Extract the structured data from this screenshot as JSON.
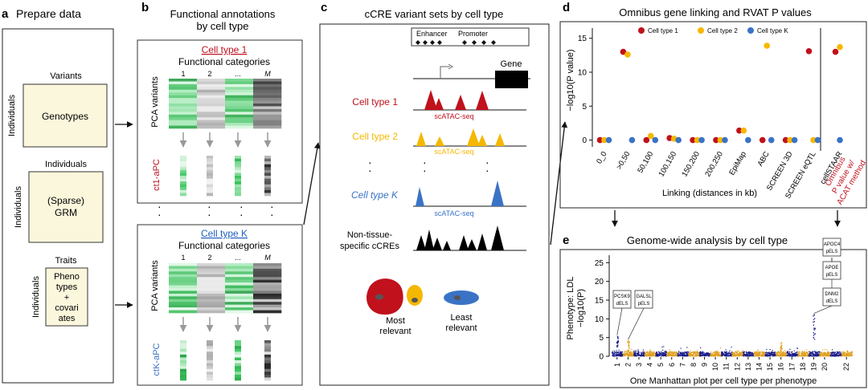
{
  "colors": {
    "red": "#c0111c",
    "yellow": "#f5b800",
    "blue": "#3a73c6",
    "navy": "#1c1f8a",
    "orange": "#e0a01e",
    "cream": "#fbf7dc",
    "green": "#2aa84a",
    "link": "#1f5fbf"
  },
  "panel_a": {
    "letter": "a",
    "title": "Prepare data",
    "variants_label": "Variants",
    "individuals_label": "Individuals",
    "genotypes": "Genotypes",
    "grm_individuals": "Individuals",
    "grm_side": "Individuals",
    "grm_line1": "(Sparse)",
    "grm_line2": "GRM",
    "traits_label": "Traits",
    "traits_side": "Individuals",
    "traits_lines": [
      "Pheno",
      "types",
      "+",
      "covari",
      "ates"
    ]
  },
  "panel_b": {
    "letter": "b",
    "title_line1": "Functional annotations",
    "title_line2": "by cell type",
    "ct1_link": "Cell type 1",
    "ctk_link": "Cell type K",
    "func_cats": "Functional categories",
    "cols": [
      "1",
      "2",
      "...",
      "M"
    ],
    "pca_label": "PCA variants",
    "ct1_apc": "ct1-aPC",
    "ctk_apc": "ctK-aPC",
    "dots": "·"
  },
  "panel_c": {
    "letter": "c",
    "title": "cCRE variant sets by cell type",
    "enhancer": "Enhancer",
    "promoter": "Promoter",
    "gene": "Gene",
    "ct1": "Cell type 1",
    "ct2": "Cell type 2",
    "ctk": "Cell type K",
    "scatac": "scATAC-seq",
    "nontissue_line1": "Non-tissue-",
    "nontissue_line2": "specific cCREs",
    "most_line1": "Most",
    "most_line2": "relevant",
    "least_line1": "Least",
    "least_line2": "relevant"
  },
  "panel_d": {
    "letter": "d",
    "title": "Omnibus gene linking and RVAT P values",
    "ylabel": "−log10(P value)",
    "xlabel": "Linking (distances in kb)",
    "omnibus_lines": [
      "Omnibus",
      "P value w/",
      "ACAT method"
    ]
  },
  "panel_e": {
    "letter": "e",
    "title": "Genome-wide analysis by cell type",
    "ylabel_line1": "Phenotype: LDL",
    "ylabel_line2": "−log10(P)",
    "xlabel": "One Manhattan plot per cell type per phenotype",
    "annotations": [
      {
        "gene": "PCSK9",
        "type": "dELS"
      },
      {
        "gene": "GALSL",
        "type": "pELS"
      },
      {
        "gene": "APOC4",
        "type": "pELS"
      },
      {
        "gene": "APOE",
        "type": "pELS"
      },
      {
        "gene": "DNM2",
        "type": "dELS"
      }
    ]
  },
  "chart_data": [
    {
      "type": "scatter",
      "title": "Omnibus gene linking and RVAT P values",
      "xlabel": "Linking (distances in kb)",
      "ylabel": "−log10(P value)",
      "categories": [
        "0_0",
        ">0,50",
        "50,100",
        "100,150",
        "150,200",
        "200,250",
        "EpiMap",
        "ABC",
        "SCREEN 3D",
        "SCREEN eQTL",
        "cellSTAAR"
      ],
      "series": [
        {
          "name": "Cell type 1",
          "values": [
            0,
            13,
            0,
            0.3,
            0,
            0,
            1.4,
            0,
            0,
            13.1,
            13.0
          ]
        },
        {
          "name": "Cell type 2",
          "values": [
            0,
            12.6,
            0.6,
            0.2,
            0,
            0,
            1.4,
            13.9,
            0,
            0,
            13.7
          ]
        },
        {
          "name": "Cell type K",
          "values": [
            0,
            0,
            0,
            0,
            0,
            0,
            0,
            0,
            0,
            0,
            0
          ]
        }
      ],
      "yticks": [
        0,
        5,
        10,
        15
      ],
      "ylim": [
        -1,
        16.5
      ],
      "legend": "top"
    },
    {
      "type": "scatter",
      "title": "Genome-wide analysis by cell type",
      "xlabel": "One Manhattan plot per cell type per phenotype",
      "ylabel": "Phenotype: LDL −log10(P)",
      "x": [
        "1",
        "2",
        "3",
        "4",
        "5",
        "6",
        "7",
        "8",
        "9",
        "10",
        "11",
        "12",
        "13",
        "14",
        "15",
        "16",
        "17",
        "18",
        "19",
        "20",
        "22"
      ],
      "yticks": [
        0,
        5,
        10,
        15,
        20,
        25
      ],
      "ylim": [
        0,
        27
      ]
    }
  ]
}
